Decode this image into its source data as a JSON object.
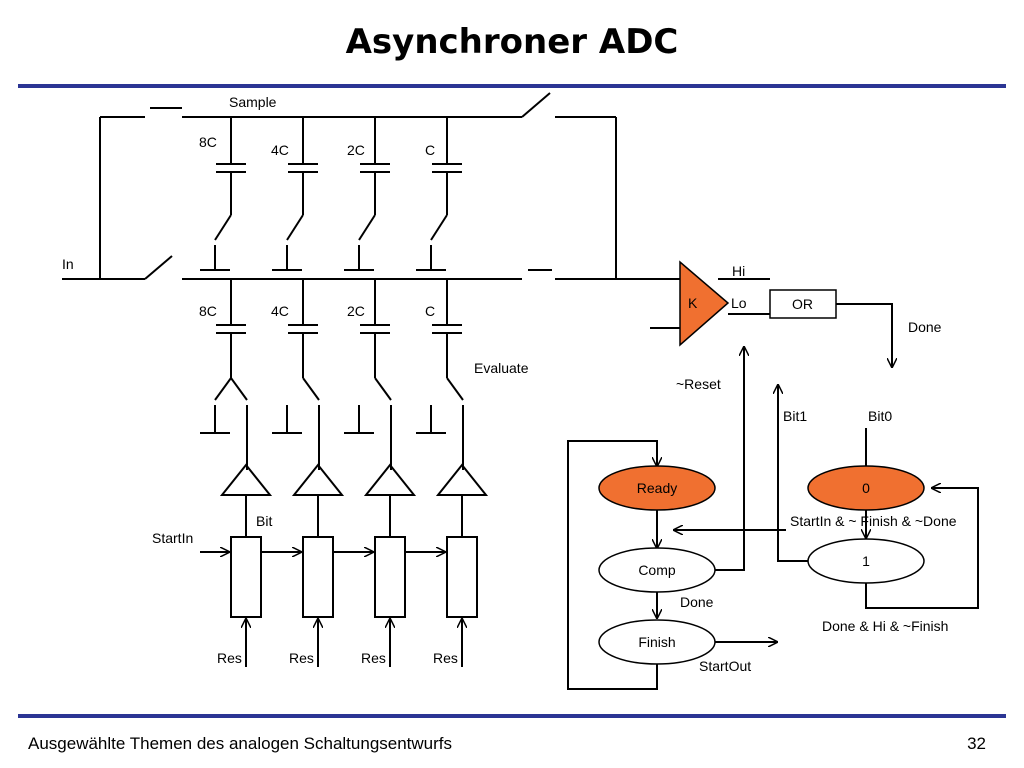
{
  "slide": {
    "title": "Asynchroner ADC",
    "footer": "Ausgewählte Themen des analogen Schaltungsentwurfs",
    "page_number": "32"
  },
  "colors": {
    "accent_rule": "#2b3594",
    "highlight": "#f07030",
    "line": "#000000"
  },
  "circuit": {
    "sample_label": "Sample",
    "input_label": "In",
    "top_caps": [
      "8C",
      "4C",
      "2C",
      "C"
    ],
    "bottom_caps": [
      "8C",
      "4C",
      "2C",
      "C"
    ],
    "evaluate_label": "Evaluate",
    "comparator_label": "K",
    "hi_label": "Hi",
    "lo_label": "Lo",
    "or_label": "OR",
    "done_label": "Done",
    "reset_label": "~Reset",
    "bit_label": "Bit",
    "startin_label": "StartIn",
    "res_labels": [
      "Res",
      "Res",
      "Res",
      "Res"
    ]
  },
  "fsm_left": {
    "ready": "Ready",
    "comp": "Comp",
    "finish": "Finish",
    "done_label": "Done",
    "startout_label": "StartOut"
  },
  "fsm_right": {
    "state0": "0",
    "state1": "1",
    "bit1_label": "Bit1",
    "bit0_label": "Bit0",
    "cond_start": "StartIn & ~ Finish & ~Done",
    "cond_done": "Done & Hi & ~Finish"
  }
}
